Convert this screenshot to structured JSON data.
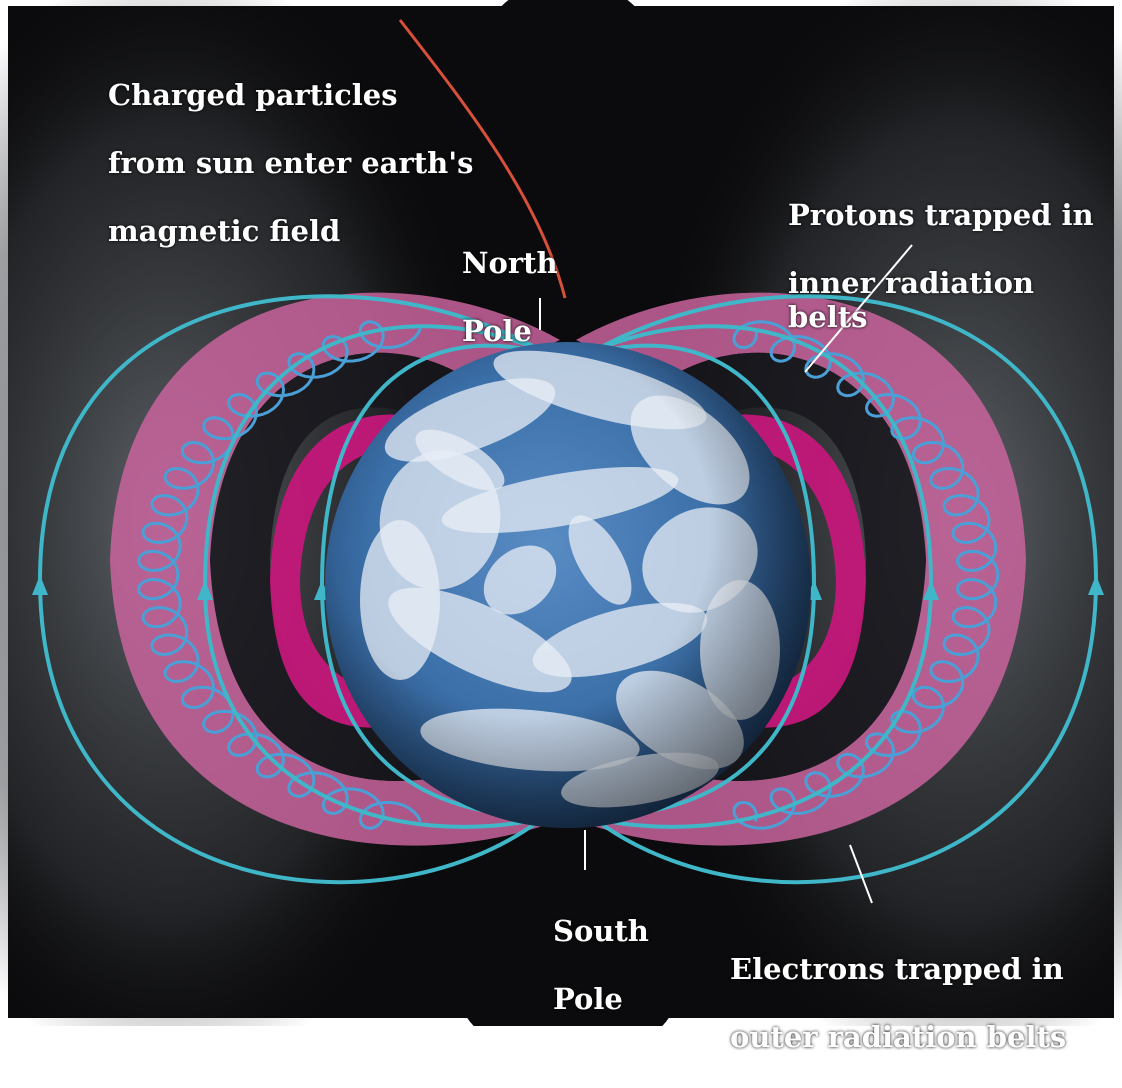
{
  "labels": {
    "charged_particles": [
      "Charged particles",
      "from sun enter earth's",
      "magnetic field"
    ],
    "north_pole": [
      "North",
      "Pole"
    ],
    "south_pole": [
      "South",
      "Pole"
    ],
    "protons": [
      "Protons trapped in",
      "inner radiation belts"
    ],
    "electrons": [
      "Electrons trapped in",
      "outer radiation belts"
    ]
  },
  "colors": {
    "background": "#0b0b0d",
    "field_lines": "#3fb7c9",
    "outer_belt": "#d86aa6",
    "inner_belt": "#e01a7e",
    "electron_helix": "#4aa0d6",
    "proton_helix": "#ff2d8f",
    "particle_path": "#d8503a",
    "earth_ocean": "#3b6fa8",
    "earth_cloud": "#e8eef5"
  }
}
